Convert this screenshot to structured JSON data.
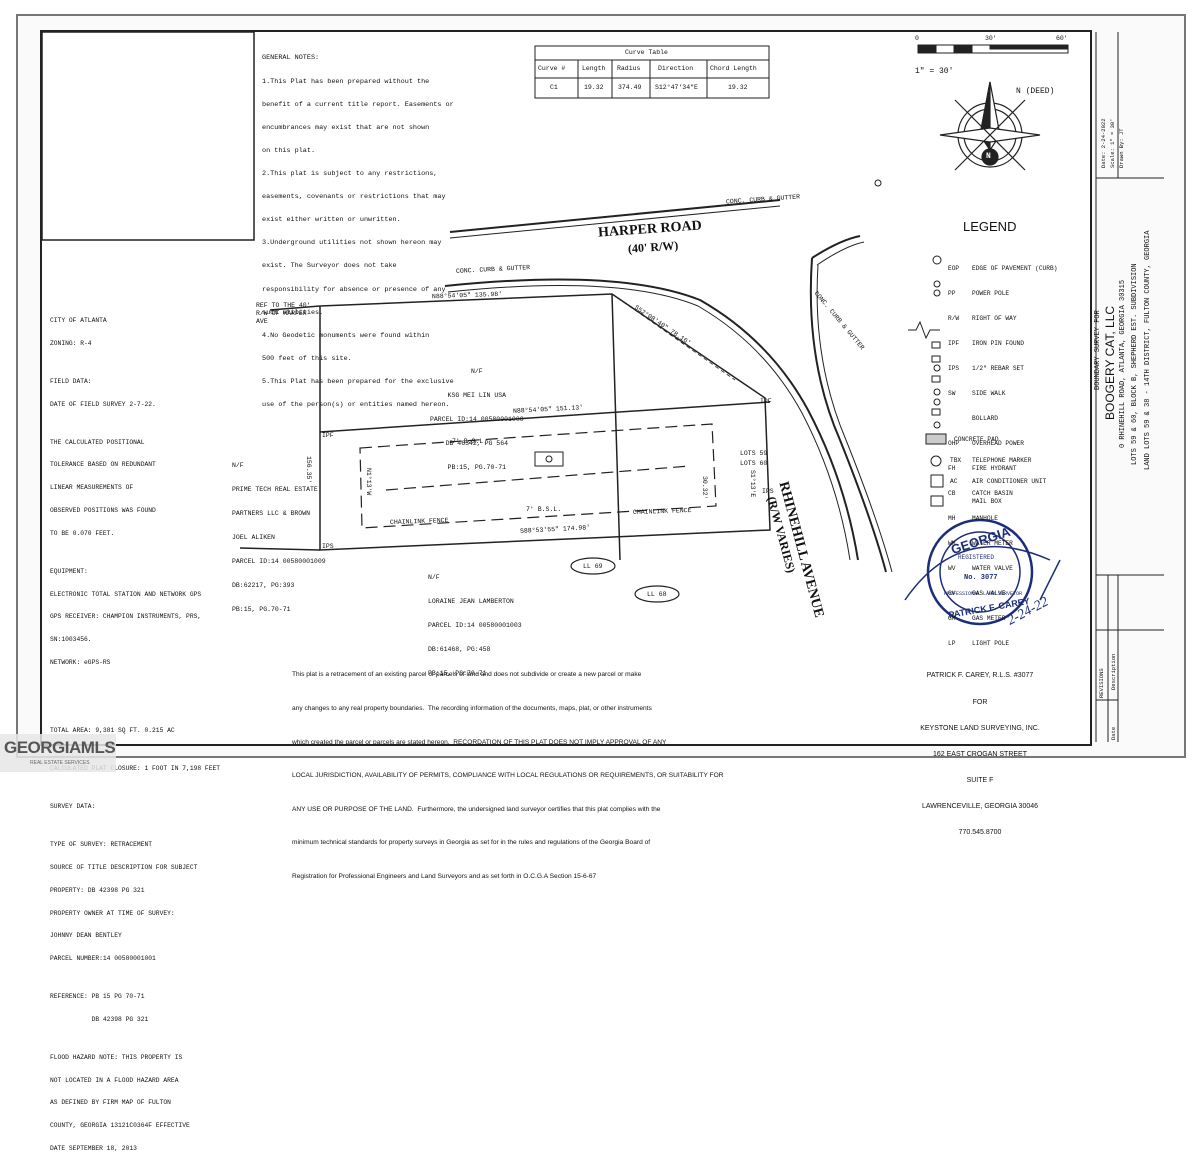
{
  "general_notes": {
    "heading": "GENERAL NOTES:",
    "lines": [
      "1.This Plat has been prepared without the",
      "benefit of a current title report. Easements or",
      "encumbrances may exist that are not shown",
      "on this plat.",
      "2.This plat is subject to any restrictions,",
      "easements, covenants or restrictions that may",
      "exist either written or unwritten.",
      "3.Underground utilities not shown hereon may",
      "exist. The Surveyor does not take",
      "responsibility for absence or presence of any",
      "such utilities.",
      "4.No Geodetic monuments were found within",
      "500 feet of this site.",
      "5.This Plat has been prepared for the exclusive",
      "use of the person(s) or entities named hereon."
    ]
  },
  "curve_table": {
    "title": "Curve Table",
    "headers": [
      "Curve #",
      "Length",
      "Radius",
      "Direction",
      "Chord Length"
    ],
    "rows": [
      [
        "C1",
        "19.32",
        "374.49",
        "S12°47'34\"E",
        "19.32"
      ]
    ]
  },
  "scale": {
    "ticks": [
      "0",
      "30'",
      "60'"
    ],
    "label": "1\" = 30'"
  },
  "north_label": "N (DEED)",
  "north_letter": "N",
  "roads": {
    "harper": "HARPER ROAD",
    "harper_rw": "(40' R/W)",
    "rhinehill": "RHINEHILL AVENUE",
    "rhinehill_rw": "(R/W VARIES)"
  },
  "curb_labels": [
    "CONC. CURB & GUTTER",
    "CONC. CURB & GUTTER",
    "CONC. CURB & GUTTER"
  ],
  "left_notes": [
    "CITY OF ATLANTA",
    "ZONING: R-4",
    "",
    "FIELD DATA:",
    "DATE OF FIELD SURVEY 2-7-22.",
    "",
    "THE CALCULATED POSITIONAL",
    "TOLERANCE BASED ON REDUNDANT",
    "LINEAR MEASUREMENTS OF",
    "OBSERVED POSITIONS WAS FOUND",
    "TO BE 0.070 FEET.",
    "",
    "EQUIPMENT:",
    "ELECTRONIC TOTAL STATION AND NETWORK GPS",
    "GPS RECEIVER: CHAMPION INSTRUMENTS, PRS,",
    "SN:1003456.",
    "NETWORK: eGPS-RS",
    "",
    "",
    "",
    "TOTAL AREA: 9,381 SQ FT. 0.215 AC",
    "",
    "CALCULATED PLAT CLOSURE: 1 FOOT IN 7,198 FEET",
    "",
    "SURVEY DATA:",
    "",
    "TYPE OF SURVEY: RETRACEMENT",
    "SOURCE OF TITLE DESCRIPTION FOR SUBJECT",
    "PROPERTY: DB 42398 PG 321",
    "PROPERTY OWNER AT TIME OF SURVEY:",
    "JOHNNY DEAN BENTLEY",
    "PARCEL NUMBER:14 00580001001",
    "",
    "REFERENCE: PB 15 PG 70-71",
    "           DB 42398 PG 321",
    "",
    "FLOOD HAZARD NOTE: THIS PROPERTY IS",
    "NOT LOCATED IN A FLOOD HAZARD AREA",
    "AS DEFINED BY FIRM MAP OF FULTON",
    "COUNTY, GEORGIA 13121C0364F EFFECTIVE",
    "DATE SEPTEMBER 18, 2013"
  ],
  "parcels": {
    "north": [
      "N/F",
      "KSG MEI LIN USA",
      "PARCEL ID:14 00580001000",
      "DB 46342, PG 564",
      "PB:15, PG.70-71"
    ],
    "west": [
      "N/F",
      "PRIME TECH REAL ESTATE",
      "PARTNERS LLC & BROWN",
      "JOEL ALIKEN",
      "PARCEL ID:14 00580001009",
      "DB:62217, PG:393",
      "PB:15, PG.70-71"
    ],
    "south": [
      "N/F",
      "LORAINE JEAN LAMBERTON",
      "PARCEL ID:14 00580001003",
      "DB:61468, PG:458",
      "PB:15, PG:70-71"
    ]
  },
  "plat_labels": {
    "ref_line": "REF TO THE 40' R/W OF HARPER AVE",
    "bearing_north": "N88°54'05\" 135.98'",
    "bearing_diag": "S52°08'40\" 78.16'",
    "bearing_mid": "N88°54'05\" 151.13'",
    "bearing_south": "S88°53'55\" 174.98'",
    "setback_front": "7' B.S.L.",
    "setback_rear": "7' B.S.L.",
    "fence_west": "CHAINLINK FENCE",
    "fence_east": "CHAINLINK FENCE",
    "lots": [
      "LOTS 59",
      "LOTS 60"
    ],
    "ipf": [
      "IPF",
      "IPF",
      "IPS",
      "IPS"
    ],
    "ellipse_1": "LL 69",
    "ellipse_2": "LL 68",
    "dist_1": "156.35'",
    "dist_2": "N1°13'W",
    "dist_3": "30.32'",
    "dist_4": "S1°13'E"
  },
  "legend": {
    "title": "LEGEND",
    "items": [
      [
        "EOP",
        "EDGE OF PAVEMENT (CURB)"
      ],
      [
        "PP",
        "POWER POLE"
      ],
      [
        "R/W",
        "RIGHT OF WAY"
      ],
      [
        "IPF",
        "IRON PIN FOUND"
      ],
      [
        "IPS",
        "1/2\" REBAR SET"
      ],
      [
        "SW",
        "SIDE WALK"
      ],
      [
        "",
        "BOLLARD"
      ],
      [
        "OHP",
        "OVERHEAD POWER"
      ],
      [
        "FH",
        "FIRE HYDRANT"
      ],
      [
        "CB",
        "CATCH BASIN"
      ],
      [
        "MH",
        "MANHOLE"
      ],
      [
        "WM",
        "WATER METER"
      ],
      [
        "WV",
        "WATER VALVE"
      ],
      [
        "GV",
        "GAS VALVE"
      ],
      [
        "GM",
        "GAS METER"
      ],
      [
        "LP",
        "LIGHT POLE"
      ],
      [
        "",
        "CONCRETE PAD"
      ],
      [
        "TBX",
        "TELEPHONE MARKER"
      ],
      [
        "AC",
        "AIR CONDITIONER UNIT"
      ],
      [
        "",
        "MAIL BOX"
      ]
    ]
  },
  "title_block": {
    "lines": [
      "BOUNDARY SURVEY FOR",
      "BOOGERY CAT, LLC",
      "0 RHINEHILL ROAD, ATLANTA, GEORGIA 30315",
      "LOTS 59 & 60, BLOCK B, SHEPHERD EST. SUBDIVISION",
      "LAND LOTS 59 & 38 - 14TH DISTRICT, FULTON COUNTY, GEORGIA"
    ],
    "meta": [
      "Date: 2-24-2022",
      "Scale: 1\" = 30'",
      "Drawn By: JT"
    ],
    "revisions": "REVISIONS",
    "rev_cols": [
      "Date",
      "Description"
    ]
  },
  "seal": {
    "state": "GEORGIA",
    "registered": "REGISTERED",
    "number": "No. 3077",
    "role": "PROFESSIONAL LAND SURVEYOR",
    "name": "PATRICK F. CAREY",
    "date": "2-24-22"
  },
  "surveyor": [
    "PATRICK F. CAREY, R.L.S. #3077",
    "FOR",
    "KEYSTONE LAND SURVEYING, INC.",
    "162 EAST CROGAN STREET",
    "SUITE F",
    "LAWRENCEVILLE, GEORGIA 30046",
    "770.545.8700"
  ],
  "certification": [
    "This plat is a retracement of an existing parcel or parcels of land and does not subdivide or create a new parcel or make",
    "any changes to any real property boundaries.  The recording information of the documents, maps, plat, or other instruments",
    "which created the parcel or parcels are stated hereon.  RECORDATION OF THIS PLAT DOES NOT IMPLY APPROVAL OF ANY",
    "LOCAL JURISDICTION, AVAILABILITY OF PERMITS, COMPLIANCE WITH LOCAL REGULATIONS OR REQUIREMENTS, OR SUITABILITY FOR",
    "ANY USE OR PURPOSE OF THE LAND.  Furthermore, the undersigned land surveyor certifies that this plat complies with the",
    "minimum technical standards for property surveys in Georgia as set for in the rules and regulations of the Georgia Board of",
    "Registration for Professional Engineers and Land Surveyors and as set forth in O.C.G.A Section 15-6-67"
  ],
  "watermark": {
    "brand": "GEORGIAMLS",
    "tagline": "REAL ESTATE SERVICES"
  }
}
